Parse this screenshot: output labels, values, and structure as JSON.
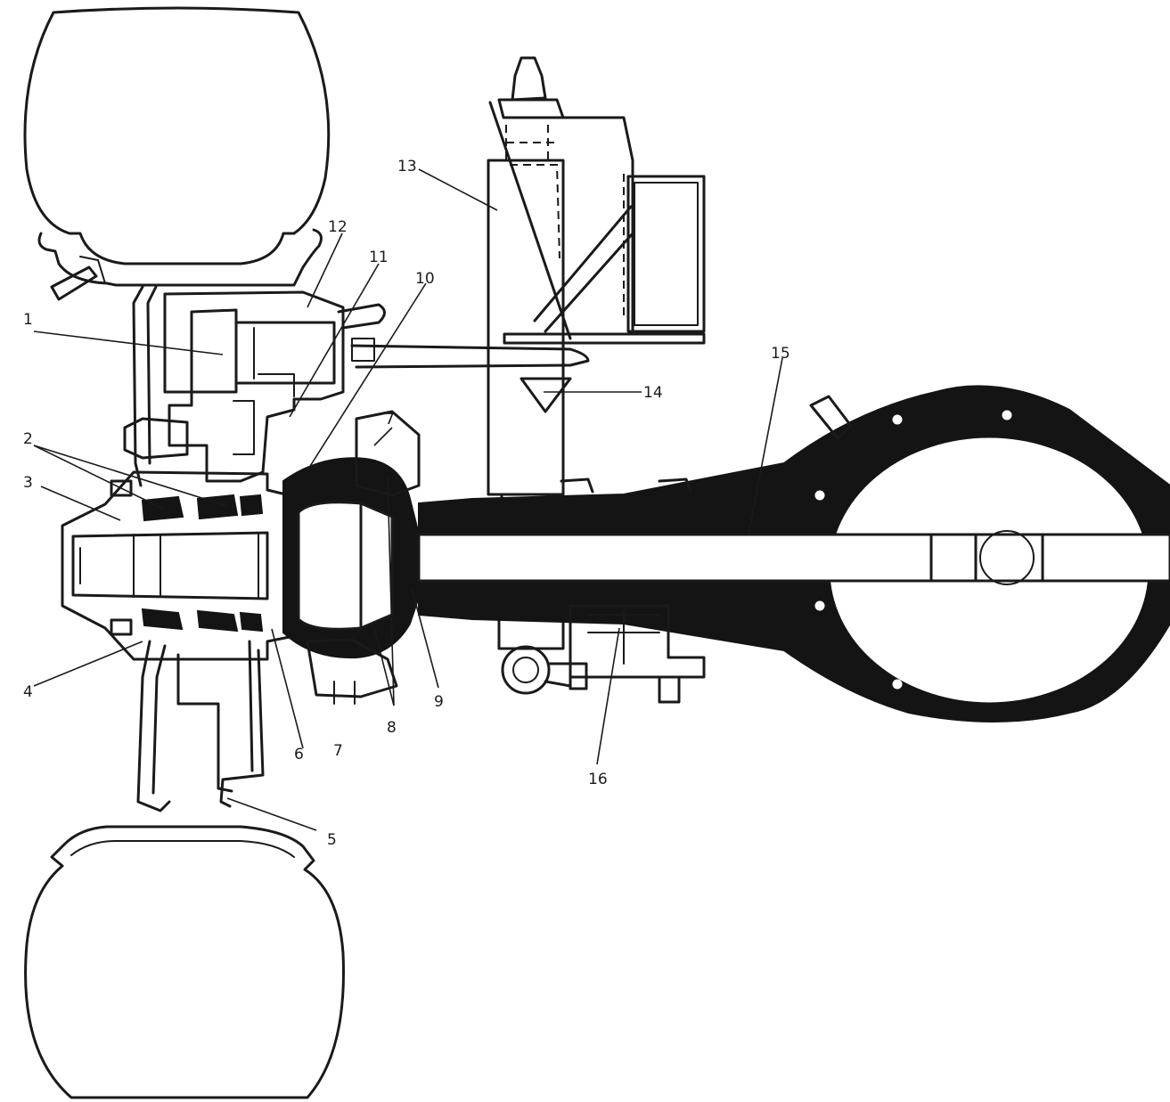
{
  "callouts": [
    {
      "id": "1",
      "text": "1"
    },
    {
      "id": "2",
      "text": "2"
    },
    {
      "id": "3",
      "text": "3"
    },
    {
      "id": "4",
      "text": "4"
    },
    {
      "id": "5",
      "text": "5"
    },
    {
      "id": "6",
      "text": "6"
    },
    {
      "id": "7a",
      "text": "7"
    },
    {
      "id": "7b",
      "text": "7"
    },
    {
      "id": "8",
      "text": "8"
    },
    {
      "id": "9",
      "text": "9"
    },
    {
      "id": "10",
      "text": "10"
    },
    {
      "id": "11",
      "text": "11"
    },
    {
      "id": "12",
      "text": "12"
    },
    {
      "id": "13",
      "text": "13"
    },
    {
      "id": "14",
      "text": "14"
    },
    {
      "id": "15",
      "text": "15"
    },
    {
      "id": "16",
      "text": "16"
    }
  ],
  "colors": {
    "ink": "#1a1a1a",
    "paper": "#ffffff"
  }
}
